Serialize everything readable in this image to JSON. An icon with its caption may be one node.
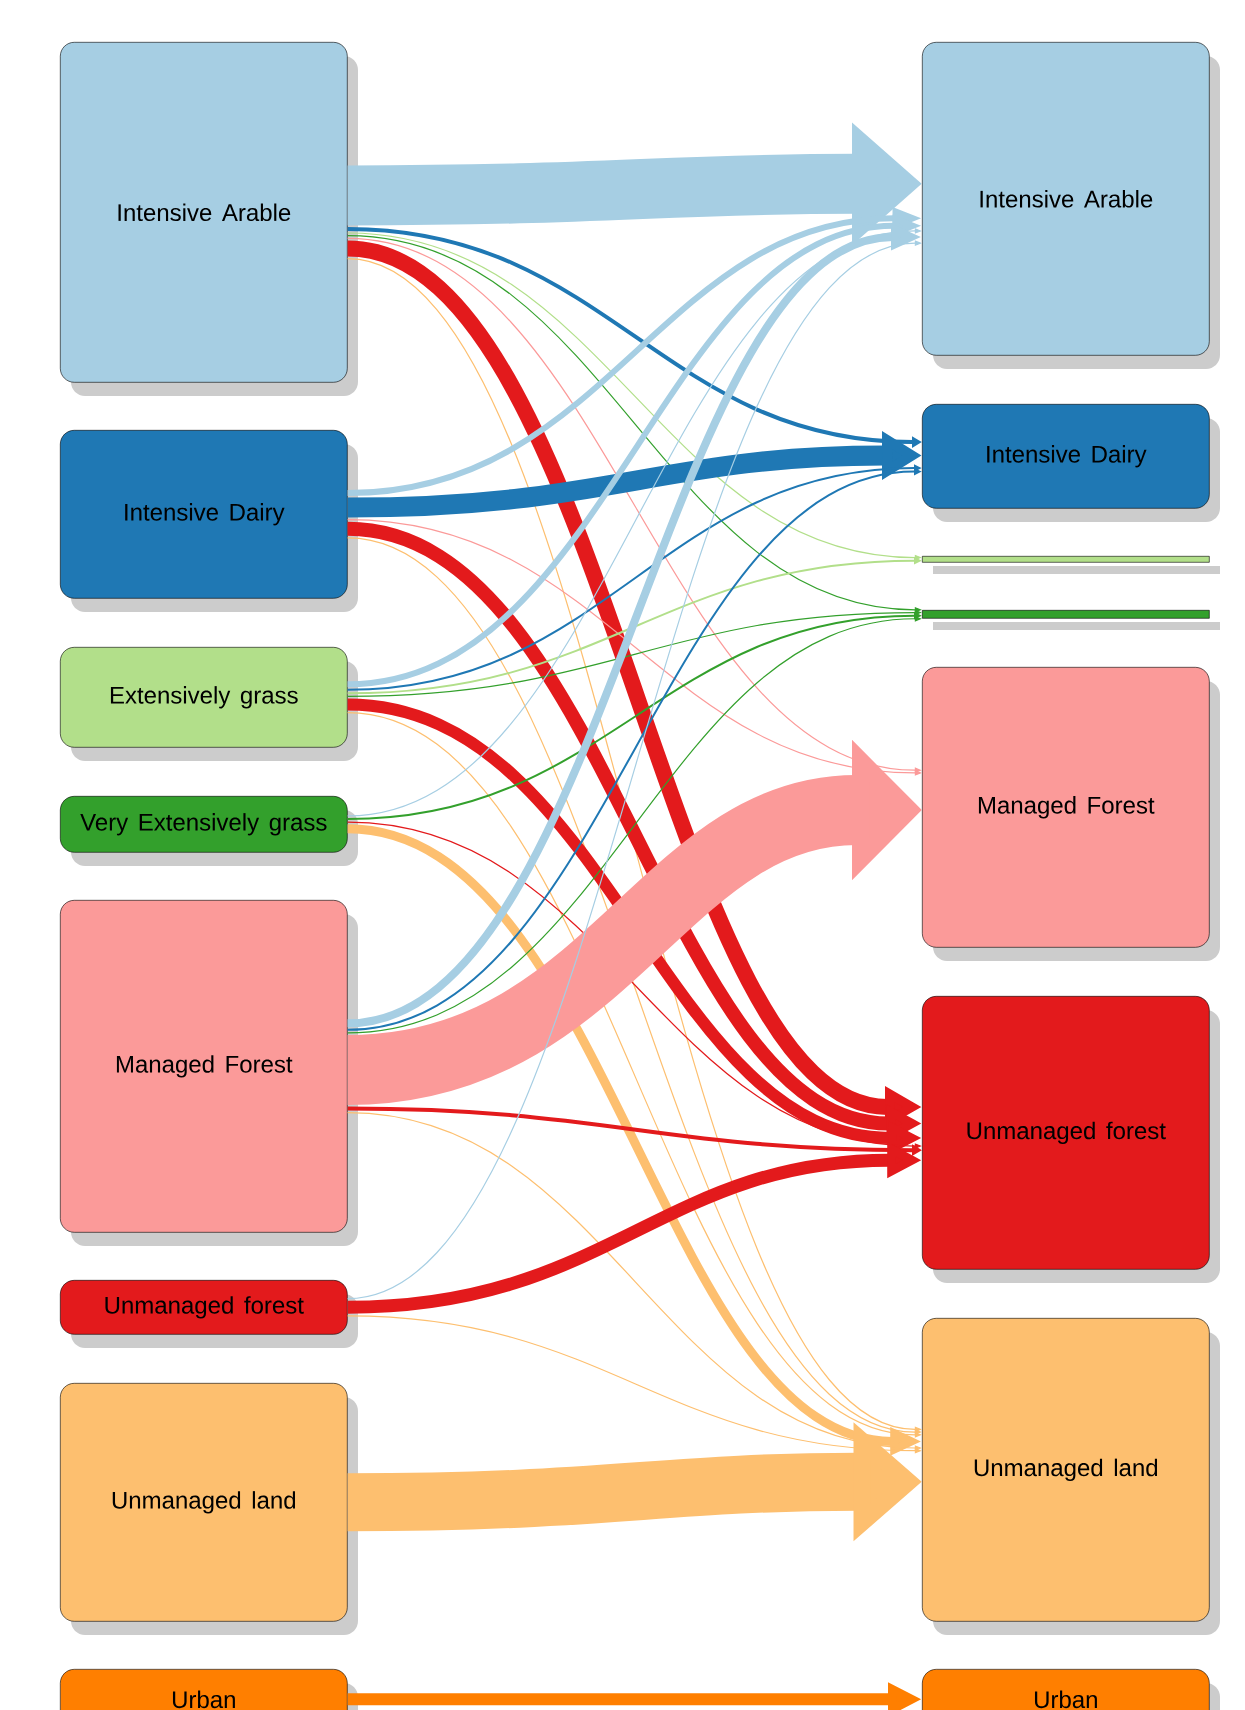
{
  "diagram": {
    "nodes": [
      {
        "text": [
          "Intensive Arable"
        ]
      },
      {
        "text": [
          "Intensive Dairy"
        ]
      },
      {
        "text": [
          "Extensively grass"
        ]
      },
      {
        "text": [
          "Very Extensively grass"
        ]
      },
      {
        "text": [
          "Managed Forest"
        ]
      },
      {
        "text": [
          "Unmanaged forest"
        ]
      },
      {
        "text": [
          "Unmanaged land"
        ]
      },
      {
        "text": [
          "Urban"
        ]
      },
      {
        "text": [
          "Intensive Arable"
        ]
      },
      {
        "text": [
          "Intensive Dairy"
        ]
      },
      {
        "text": [],
        "shape": "bar"
      },
      {
        "text": [],
        "shape": "bar"
      },
      {
        "text": [
          "Managed Forest"
        ]
      },
      {
        "text": [
          "Unmanaged forest"
        ]
      },
      {
        "text": [
          "Unmanaged land"
        ]
      },
      {
        "text": [
          "Urban"
        ]
      }
    ],
    "edges": [
      {
        "from": 0,
        "to": 8,
        "arrow": "to",
        "style": "thick",
        "color": "#a6cee3"
      },
      {
        "from": 0,
        "to": 9,
        "arrow": "to",
        "color": "#1f78b4"
      },
      {
        "from": 0,
        "to": 10,
        "arrow": "to",
        "color": "#b2df8a"
      },
      {
        "from": 0,
        "to": 11,
        "arrow": "to",
        "color": "#33a02c"
      },
      {
        "from": 0,
        "to": 12,
        "arrow": "to",
        "color": "#fb9a99"
      },
      {
        "from": 0,
        "to": 13,
        "arrow": "to",
        "style": "thick",
        "color": "#e31a1c"
      },
      {
        "from": 0,
        "to": 14,
        "arrow": "to",
        "color": "#fdbf6f"
      },
      {
        "from": 1,
        "to": 8,
        "arrow": "to",
        "style": "thick",
        "color": "#a6cee3"
      },
      {
        "from": 1,
        "to": 9,
        "arrow": "to",
        "style": "thick",
        "color": "#1f78b4"
      },
      {
        "from": 1,
        "to": 12,
        "arrow": "to",
        "color": "#fb9a99"
      },
      {
        "from": 1,
        "to": 13,
        "arrow": "to",
        "style": "thick",
        "color": "#e31a1c"
      },
      {
        "from": 1,
        "to": 14,
        "arrow": "to",
        "color": "#fdbf6f"
      },
      {
        "from": 2,
        "to": 8,
        "arrow": "to",
        "style": "thick",
        "color": "#a6cee3"
      },
      {
        "from": 2,
        "to": 9,
        "arrow": "to",
        "color": "#1f78b4"
      },
      {
        "from": 2,
        "to": 10,
        "arrow": "to",
        "color": "#b2df8a"
      },
      {
        "from": 2,
        "to": 11,
        "arrow": "to",
        "color": "#33a02c"
      },
      {
        "from": 2,
        "to": 13,
        "arrow": "to",
        "style": "thick",
        "color": "#e31a1c"
      },
      {
        "from": 2,
        "to": 14,
        "arrow": "to",
        "color": "#fdbf6f"
      },
      {
        "from": 3,
        "to": 8,
        "arrow": "to",
        "color": "#a6cee3"
      },
      {
        "from": 3,
        "to": 11,
        "arrow": "to",
        "color": "#33a02c"
      },
      {
        "from": 3,
        "to": 13,
        "arrow": "to",
        "color": "#e31a1c"
      },
      {
        "from": 3,
        "to": 14,
        "arrow": "to",
        "style": "thick",
        "color": "#fdbf6f"
      },
      {
        "from": 4,
        "to": 8,
        "arrow": "to",
        "style": "thick",
        "color": "#a6cee3"
      },
      {
        "from": 4,
        "to": 9,
        "arrow": "to",
        "color": "#1f78b4"
      },
      {
        "from": 4,
        "to": 11,
        "arrow": "to",
        "color": "#33a02c"
      },
      {
        "from": 4,
        "to": 12,
        "arrow": "to",
        "style": "thick",
        "color": "#fb9a99"
      },
      {
        "from": 4,
        "to": 13,
        "arrow": "to",
        "color": "#e31a1c"
      },
      {
        "from": 4,
        "to": 14,
        "arrow": "to",
        "color": "#fdbf6f"
      },
      {
        "from": 5,
        "to": 8,
        "arrow": "to",
        "color": "#a6cee3"
      },
      {
        "from": 5,
        "to": 13,
        "arrow": "to",
        "style": "thick",
        "color": "#e31a1c"
      },
      {
        "from": 5,
        "to": 14,
        "arrow": "to",
        "color": "#fdbf6f"
      },
      {
        "from": 6,
        "to": 14,
        "arrow": "to",
        "style": "thick",
        "color": "#fdbf6f"
      },
      {
        "from": 7,
        "to": 15,
        "arrow": "to",
        "style": "thick",
        "color": "#ff7f00"
      }
    ]
  }
}
